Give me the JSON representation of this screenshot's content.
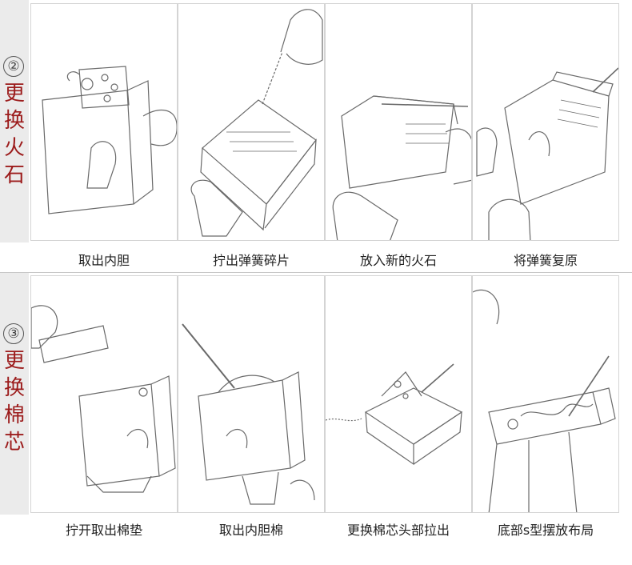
{
  "sections": [
    {
      "number": "②",
      "title_chars": [
        "更",
        "换",
        "火",
        "石"
      ],
      "steps": [
        {
          "caption": "取出内胆",
          "icon": "lighter-insert-removal-illustration"
        },
        {
          "caption": "拧出弹簧碎片",
          "icon": "spring-screw-removal-illustration"
        },
        {
          "caption": "放入新的火石",
          "icon": "flint-insertion-illustration"
        },
        {
          "caption": "将弹簧复原",
          "icon": "spring-restore-illustration"
        }
      ]
    },
    {
      "number": "③",
      "title_chars": [
        "更",
        "换",
        "棉",
        "芯"
      ],
      "steps": [
        {
          "caption": "拧开取出棉垫",
          "icon": "felt-pad-removal-illustration"
        },
        {
          "caption": "取出内胆棉",
          "icon": "cotton-removal-illustration"
        },
        {
          "caption": "更换棉芯头部拉出",
          "icon": "wick-pull-illustration"
        },
        {
          "caption": "底部s型摆放布局",
          "icon": "s-shape-layout-illustration"
        }
      ]
    }
  ],
  "colors": {
    "title_red": "#9c1c1c",
    "sidebar_bg": "#ebebeb",
    "sketch_line": "#6a6a6a"
  }
}
